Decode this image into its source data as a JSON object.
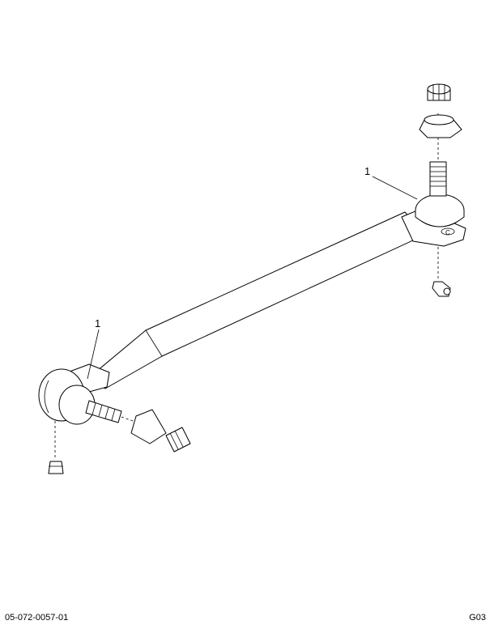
{
  "diagram": {
    "callouts": [
      {
        "label": "1",
        "target": "upper-tie-rod-end"
      },
      {
        "label": "1",
        "target": "lower-tie-rod-end"
      }
    ]
  },
  "footer": {
    "document_number": "05-072-0057-01",
    "sheet_code": "G03"
  }
}
